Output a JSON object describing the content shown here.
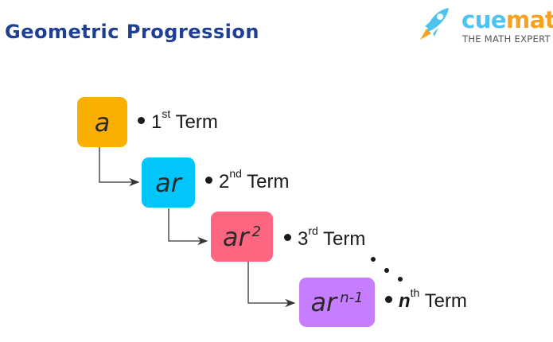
{
  "header": {
    "title": "Geometric Progression"
  },
  "logo": {
    "brand_part1": "cue",
    "brand_part2": "math",
    "tagline": "THE MATH EXPERT",
    "icon": "rocket-icon"
  },
  "terms": [
    {
      "expr": "a",
      "exp": "",
      "ordinal": "1",
      "suffix": "st",
      "label": "Term",
      "color": "#fbaf02"
    },
    {
      "expr": "ar",
      "exp": "",
      "ordinal": "2",
      "suffix": "nd",
      "label": "Term",
      "color": "#00c6fb"
    },
    {
      "expr": "ar",
      "exp": "2",
      "ordinal": "3",
      "suffix": "rd",
      "label": "Term",
      "color": "#fe6580"
    },
    {
      "expr": "ar",
      "exp": "n-1",
      "ordinal": "n",
      "suffix": "th",
      "label": "Term",
      "color": "#c77dff"
    }
  ]
}
